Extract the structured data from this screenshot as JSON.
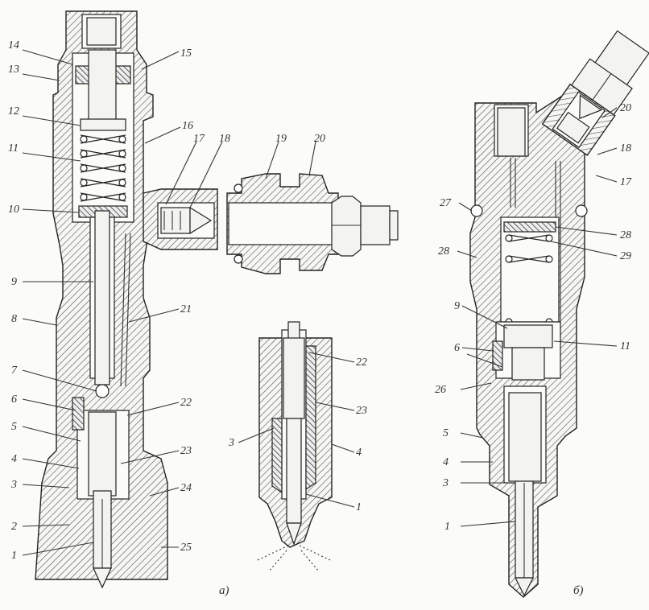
{
  "figure": {
    "captions": {
      "a": "а)",
      "b": "б)"
    },
    "labels_a_left": [
      "14",
      "13",
      "12",
      "11",
      "10",
      "9",
      "8",
      "7",
      "6",
      "5",
      "4",
      "3",
      "2",
      "1"
    ],
    "labels_a_right": [
      "15",
      "16",
      "17",
      "18",
      "19",
      "20",
      "21",
      "22",
      "23",
      "24",
      "25"
    ],
    "labels_nozzle": [
      "22",
      "23",
      "3",
      "4",
      "1"
    ],
    "labels_b_left": [
      "27",
      "28",
      "9",
      "6",
      "26",
      "5",
      "4",
      "3",
      "1"
    ],
    "labels_b_right": [
      "20",
      "18",
      "17",
      "28",
      "29",
      "11"
    ]
  }
}
